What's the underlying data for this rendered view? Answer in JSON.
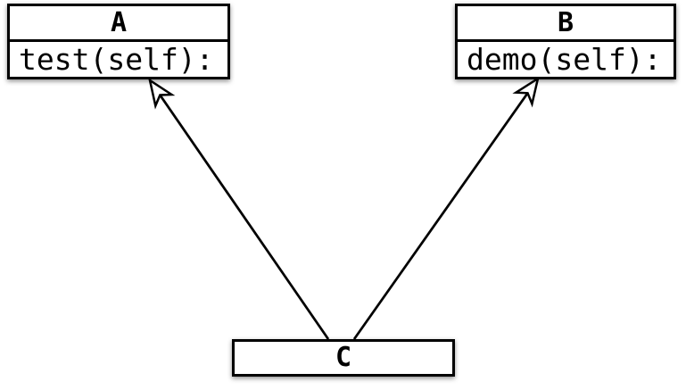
{
  "diagram": {
    "type": "uml-class-inheritance-diagram",
    "background_color": "#ffffff",
    "border_color": "#000000",
    "box_fill_color": "#ffffff",
    "text_color": "#000000",
    "classes": [
      {
        "name": "A",
        "method": "test(self):"
      },
      {
        "name": "B",
        "method": "demo(self):"
      },
      {
        "name": "C"
      }
    ],
    "edges": [
      {
        "from": "C",
        "to": "A",
        "style": "hollow-arrowhead-line"
      },
      {
        "from": "C",
        "to": "B",
        "style": "hollow-arrowhead-line"
      }
    ]
  }
}
